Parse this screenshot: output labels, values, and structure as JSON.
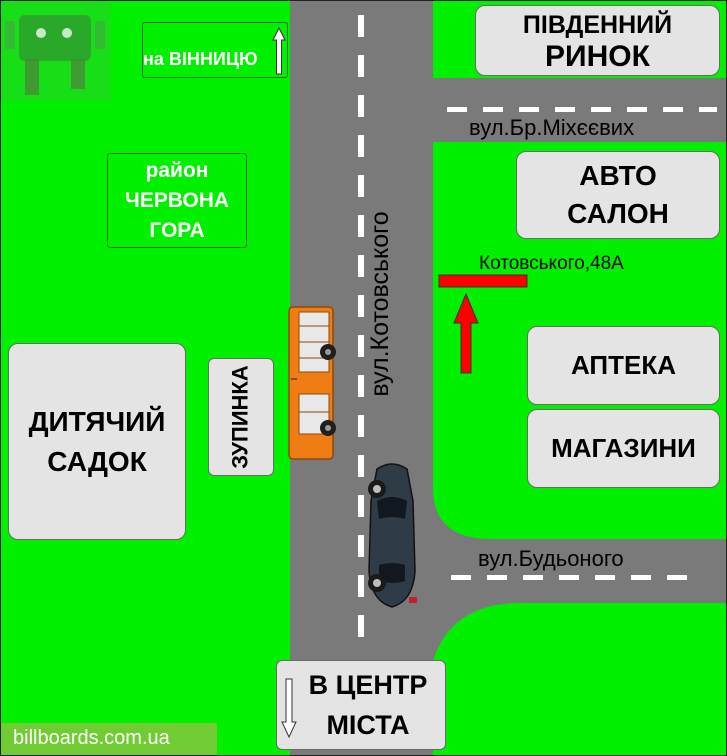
{
  "labels": {
    "pivdennyi_rynok": [
      "ПІВДЕННИЙ",
      "РИНОК"
    ],
    "na_vinnytsiu": "на ВІННИЦЮ",
    "raion": [
      "район",
      "ЧЕРВОНА",
      "ГОРА"
    ],
    "avtosalon": [
      "АВТО",
      "САЛОН"
    ],
    "apteka": "АПТЕКА",
    "mahazyny": "МАГАЗИНИ",
    "dytiachyi_sadok": [
      "ДИТЯЧИЙ",
      "САДОК"
    ],
    "zupynka": "ЗУПИНКА",
    "v_tsentr": [
      "В ЦЕНТР",
      "МІСТА"
    ]
  },
  "streets": {
    "mikheievykh": "вул.Бр.Міхєєвих",
    "kotovskoho": "вул.Котовського",
    "budionnoho": "вул.Будьоного"
  },
  "address": "Котовського,48А",
  "watermark": "billboards.com.ua",
  "colors": {
    "grass": "#00f000",
    "road": "#7a7a7a",
    "marker": "#ff0000",
    "bus": "#f07c14",
    "car": "#2f3b46"
  },
  "icons": {
    "direction_up": "arrow-up-icon",
    "direction_down": "arrow-down-icon",
    "location_arrow": "red-arrow-up-icon",
    "bus": "bus-icon",
    "car": "car-icon",
    "logo": "android-logo-icon"
  }
}
